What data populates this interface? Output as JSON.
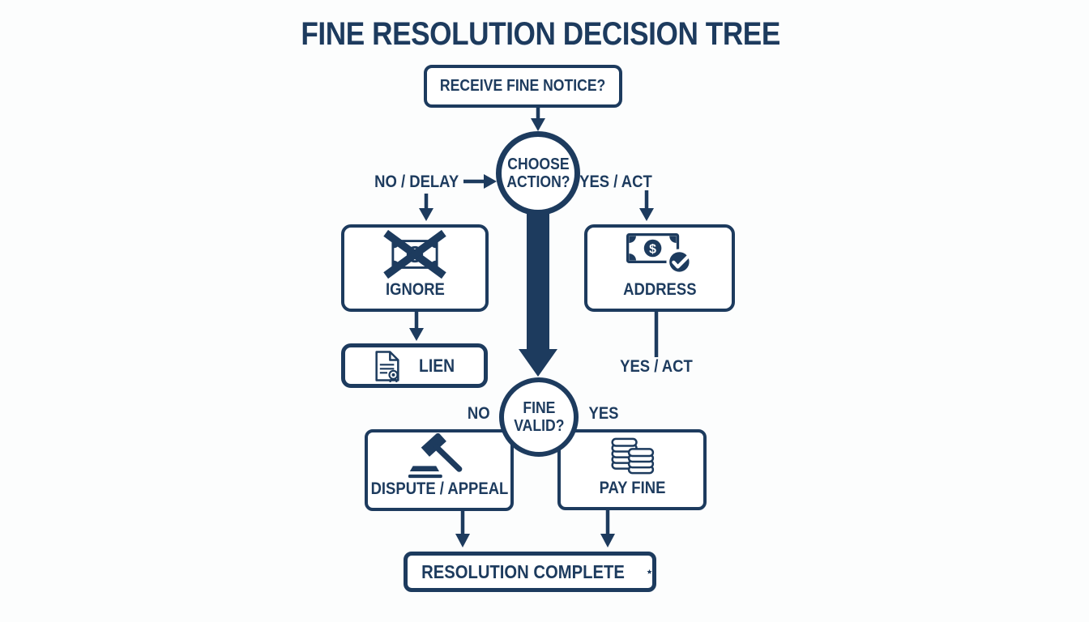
{
  "colors": {
    "ink": "#1d3b5e",
    "background": "#fcfdfd"
  },
  "title": "FINE RESOLUTION DECISION TREE",
  "nodes": {
    "receive": {
      "label": "RECEIVE FINE NOTICE?"
    },
    "choose_action": {
      "line1": "CHOOSE",
      "line2": "ACTION?"
    },
    "ignore": {
      "label": "IGNORE",
      "icon": "money-crossed-icon"
    },
    "address": {
      "label": "ADDRESS",
      "icon": "money-check-icon"
    },
    "lien": {
      "label": "LIEN",
      "icon": "document-seal-icon"
    },
    "fine_valid": {
      "line1": "FINE",
      "line2": "VALID?"
    },
    "dispute": {
      "label": "DISPUTE / APPEAL",
      "icon": "gavel-icon"
    },
    "pay_fine": {
      "label": "PAY FINE",
      "icon": "coins-icon"
    },
    "resolution": {
      "label": "RESOLUTION COMPLETE",
      "icon": "star-icon"
    }
  },
  "edge_labels": {
    "no_delay": "NO / DELAY",
    "yes_act_upper": "YES / ACT",
    "yes_act_lower": "YES / ACT",
    "no": "NO",
    "yes": "YES"
  }
}
